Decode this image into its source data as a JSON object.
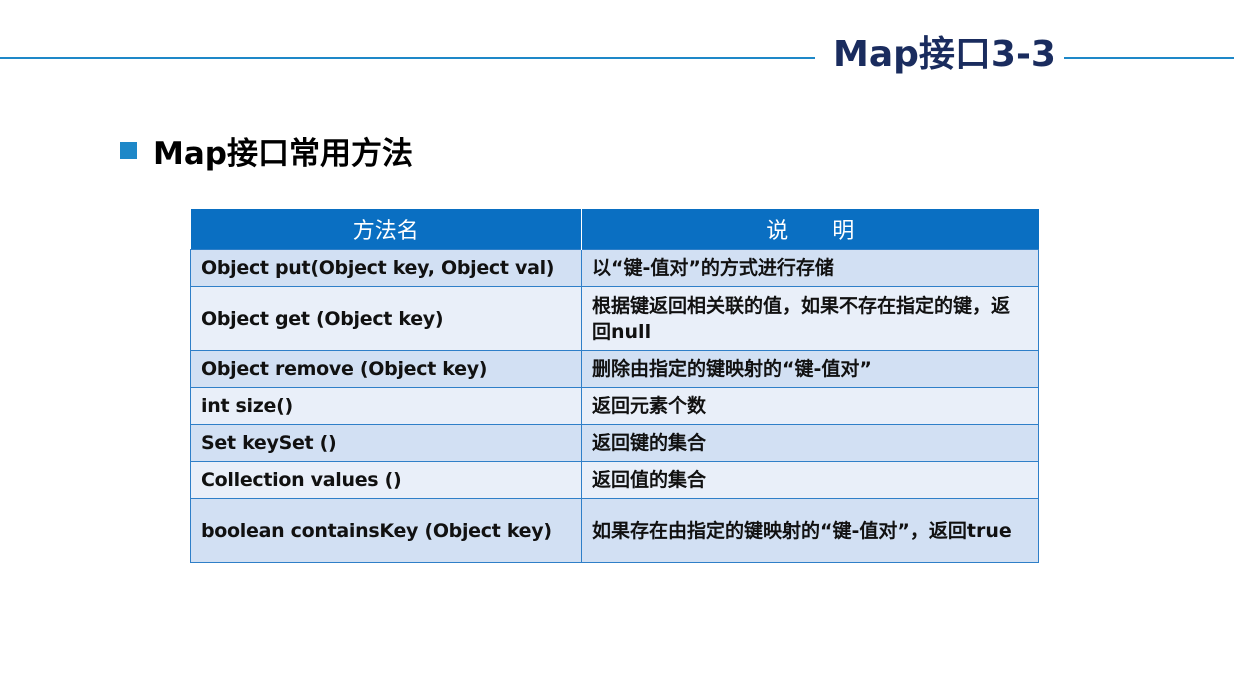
{
  "slide": {
    "title": "Map接口3-3"
  },
  "section": {
    "heading": "Map接口常用方法"
  },
  "table": {
    "headers": [
      "方法名",
      "说　　明"
    ],
    "rows": [
      {
        "method": "Object put(Object key, Object val)",
        "description": "以“键-值对”的方式进行存储"
      },
      {
        "method": "Object get (Object key)",
        "description": "根据键返回相关联的值，如果不存在指定的键，返回null"
      },
      {
        "method": "Object remove (Object key)",
        "description": "删除由指定的键映射的“键-值对”"
      },
      {
        "method": "int size()",
        "description": "返回元素个数"
      },
      {
        "method": "Set keySet ()",
        "description": "返回键的集合"
      },
      {
        "method": "Collection values ()",
        "description": "返回值的集合"
      },
      {
        "method": "boolean containsKey (Object key)",
        "description": "如果存在由指定的键映射的“键-值对”，返回true"
      }
    ]
  },
  "colors": {
    "accent": "#1e88c8",
    "title": "#1a2c5e",
    "header_bg": "#0a6fc2",
    "row_odd": "#d2e0f3",
    "row_even": "#e9eff9"
  }
}
